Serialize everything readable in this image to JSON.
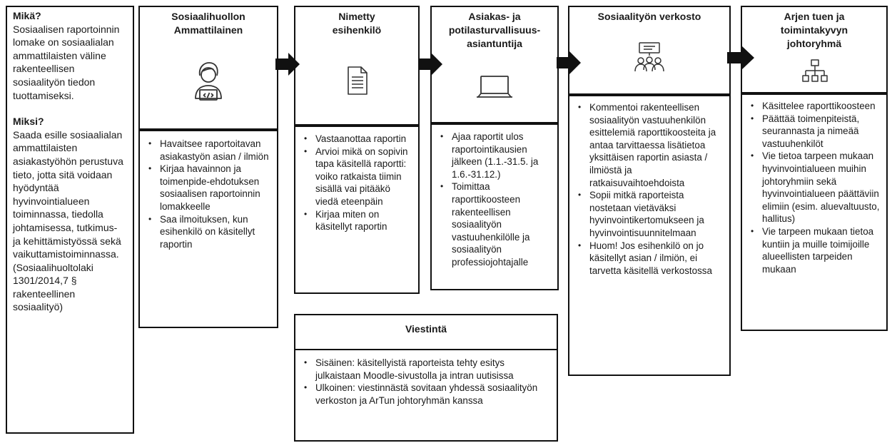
{
  "intro": {
    "what_q": "Mikä?",
    "what_text": "Sosiaalisen raportoinnin lomake on sosiaalialan ammattilaisten väline rakenteellisen sosiaalityön tiedon tuottamiseksi.",
    "why_q": "Miksi?",
    "why_text": "Saada esille sosiaalialan ammattilaisten asiakastyöhön perustuva tieto, jotta sitä voidaan hyödyntää hyvinvointialueen toiminnassa, tiedolla johtamisessa, tutkimus- ja kehittämistyössä sekä vaikuttamistoiminnassa. (Sosiaalihuoltolaki 1301/2014,7 § rakenteellinen sosiaalityö)"
  },
  "steps": [
    {
      "title_lines": [
        "Sosiaalihuollon",
        "Ammattilainen"
      ],
      "icon": "person-laptop-icon",
      "items": [
        "Havaitsee raportoitavan asiakastyön asian / ilmiön",
        "Kirjaa havainnon ja toimenpide-ehdotuksen sosiaalisen raportoinnin lomakkeelle",
        "Saa ilmoituksen, kun esihenkilö on käsitellyt raportin"
      ]
    },
    {
      "title_lines": [
        "Nimetty",
        "esihenkilö"
      ],
      "icon": "document-icon",
      "items": [
        "Vastaanottaa raportin",
        "Arvioi mikä on sopivin tapa käsitellä raportti: voiko ratkaista tiimin sisällä vai pitääkö viedä eteenpäin",
        "Kirjaa miten on käsitellyt raportin"
      ]
    },
    {
      "title_lines": [
        "Asiakas- ja",
        "potilasturvallisuus-",
        "asiantuntija"
      ],
      "icon": "laptop-icon",
      "items": [
        "Ajaa raportit ulos raportointikausien jälkeen (1.1.-31.5. ja 1.6.-31.12.)",
        "Toimittaa raporttikoosteen rakenteellisen sosiaalityön vastuuhenkilölle ja sosiaalityön professiojohtajalle"
      ]
    },
    {
      "title_lines": [
        "Sosiaalityön verkosto"
      ],
      "icon": "group-presentation-icon",
      "items": [
        "Kommentoi rakenteellisen sosiaalityön vastuuhenkilön esittelemiä raporttikoosteita ja antaa tarvittaessa lisätietoa yksittäisen raportin asiasta / ilmiöstä ja ratkaisuvaihtoehdoista",
        "Sopii mitkä raporteista nostetaan vietäväksi hyvinvointikertomukseen ja hyvinvointisuunnitelmaan",
        "Huom! Jos esihenkilö on jo käsitellyt asian / ilmiön, ei tarvetta käsitellä verkostossa"
      ]
    },
    {
      "title_lines": [
        "Arjen tuen ja",
        "toimintakyvyn",
        "johtoryhmä"
      ],
      "icon": "org-chart-icon",
      "items": [
        "Käsittelee raporttikoosteen",
        "Päättää toimenpiteistä, seurannasta ja nimeää vastuuhenkilöt",
        "Vie tietoa tarpeen mukaan hyvinvointialueen muihin johtoryhmiin sekä hyvinvointialueen päättäviin elimiin (esim. aluevaltuusto, hallitus)",
        "Vie tarpeen mukaan tietoa kuntiin ja muille toimijoille alueellisten tarpeiden mukaan"
      ]
    }
  ],
  "comms": {
    "title": "Viestintä",
    "items": [
      "Sisäinen: käsitellyistä raporteista tehty esitys julkaistaan Moodle-sivustolla ja intran uutisissa",
      "Ulkoinen: viestinnästä sovitaan yhdessä sosiaalityön verkoston ja ArTun johtoryhmän kanssa"
    ]
  }
}
